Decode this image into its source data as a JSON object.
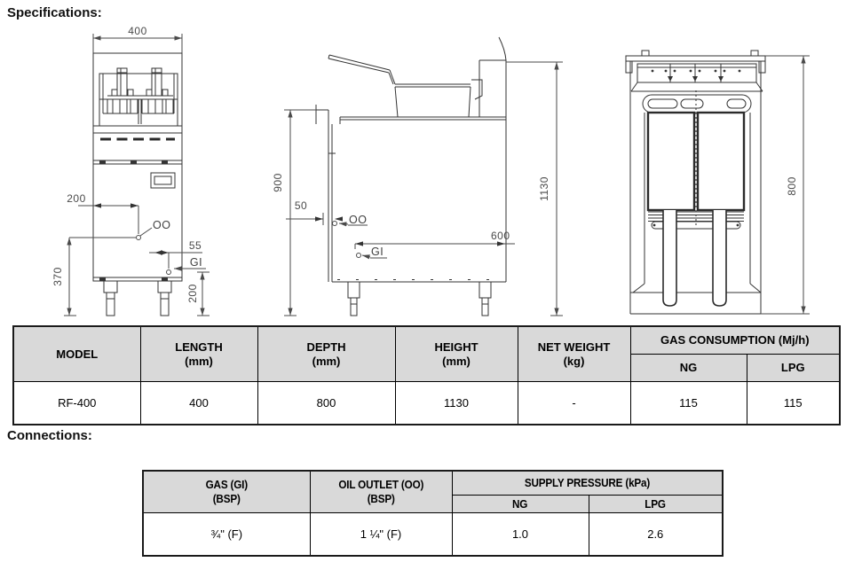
{
  "headings": {
    "specifications": "Specifications:",
    "connections": "Connections:"
  },
  "drawings": {
    "front": {
      "width_dim": "400",
      "oo_offset_dim": "200",
      "oo_height_dim": "370",
      "gi_offset_dim": "55",
      "gi_height_dim": "200",
      "oil_outlet_label": "OO",
      "gas_inlet_label": "GI"
    },
    "side": {
      "body_height_dim": "900",
      "oo_offset_dim": "50",
      "gi_offset_dim": "600",
      "overall_height_dim": "1130",
      "oil_outlet_label": "OO",
      "gas_inlet_label": "GI"
    },
    "rear": {
      "depth_dim": "800"
    }
  },
  "spec_table": {
    "headers": {
      "model": "MODEL",
      "length": "LENGTH",
      "length_unit": "(mm)",
      "depth": "DEPTH",
      "depth_unit": "(mm)",
      "height": "HEIGHT",
      "height_unit": "(mm)",
      "net_weight": "NET WEIGHT",
      "net_weight_unit": "(kg)",
      "gas_consumption": "GAS CONSUMPTION (Mj/h)",
      "ng": "NG",
      "lpg": "LPG"
    },
    "rows": [
      {
        "model": "RF-400",
        "length": "400",
        "depth": "800",
        "height": "1130",
        "net_weight": "-",
        "ng": "115",
        "lpg": "115"
      }
    ]
  },
  "connections_table": {
    "headers": {
      "gas": "GAS (GI)",
      "gas_unit": "(BSP)",
      "oil_outlet": "OIL OUTLET (OO)",
      "oil_outlet_unit": "(BSP)",
      "supply_pressure": "SUPPLY PRESSURE (kPa)",
      "ng": "NG",
      "lpg": "LPG"
    },
    "rows": [
      {
        "gas": "¾\" (F)",
        "oil_outlet": "1 ¼\" (F)",
        "ng": "1.0",
        "lpg": "2.6"
      }
    ]
  },
  "colors": {
    "header_bg": "#d9d9d9",
    "drawing_line": "#333333"
  }
}
